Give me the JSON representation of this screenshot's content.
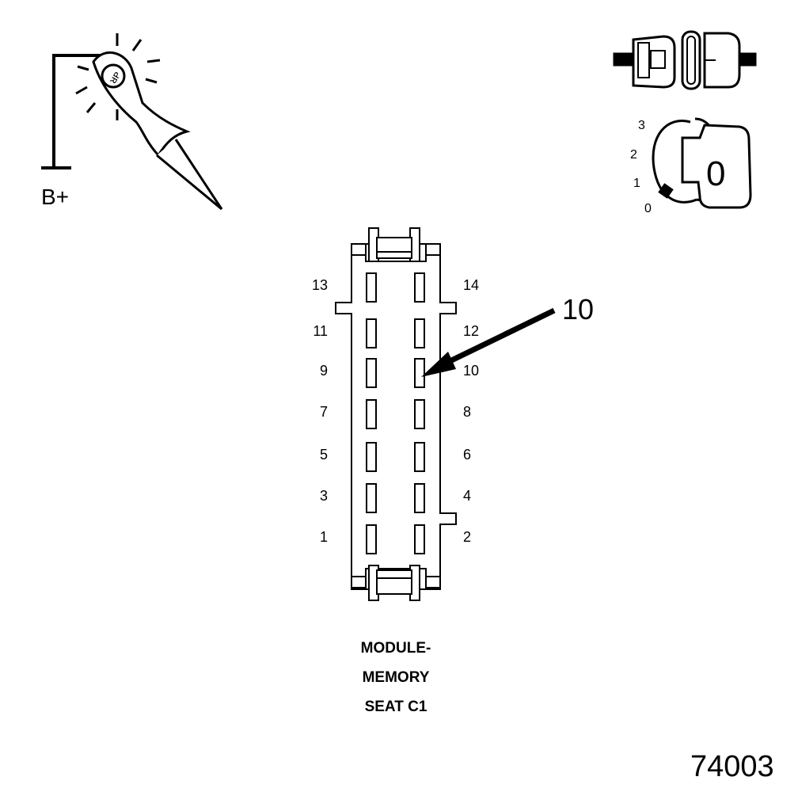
{
  "test_lamp": {
    "supply_label": "B+",
    "lamp_text": "ᴚᴘ"
  },
  "ignition": {
    "positions": [
      "0",
      "1",
      "2",
      "3"
    ],
    "key_face": "0"
  },
  "connector": {
    "name_lines": [
      "MODULE-",
      "MEMORY",
      "SEAT C1"
    ],
    "left_pins": [
      "13",
      "11",
      "9",
      "7",
      "5",
      "3",
      "1"
    ],
    "right_pins": [
      "14",
      "12",
      "10",
      "8",
      "6",
      "4",
      "2"
    ]
  },
  "callout": {
    "label": "10",
    "target_pin": "10"
  },
  "figure_number": "74003",
  "colors": {
    "line": "#000000",
    "background": "#ffffff",
    "fill_gray": "#e6e6e6"
  }
}
